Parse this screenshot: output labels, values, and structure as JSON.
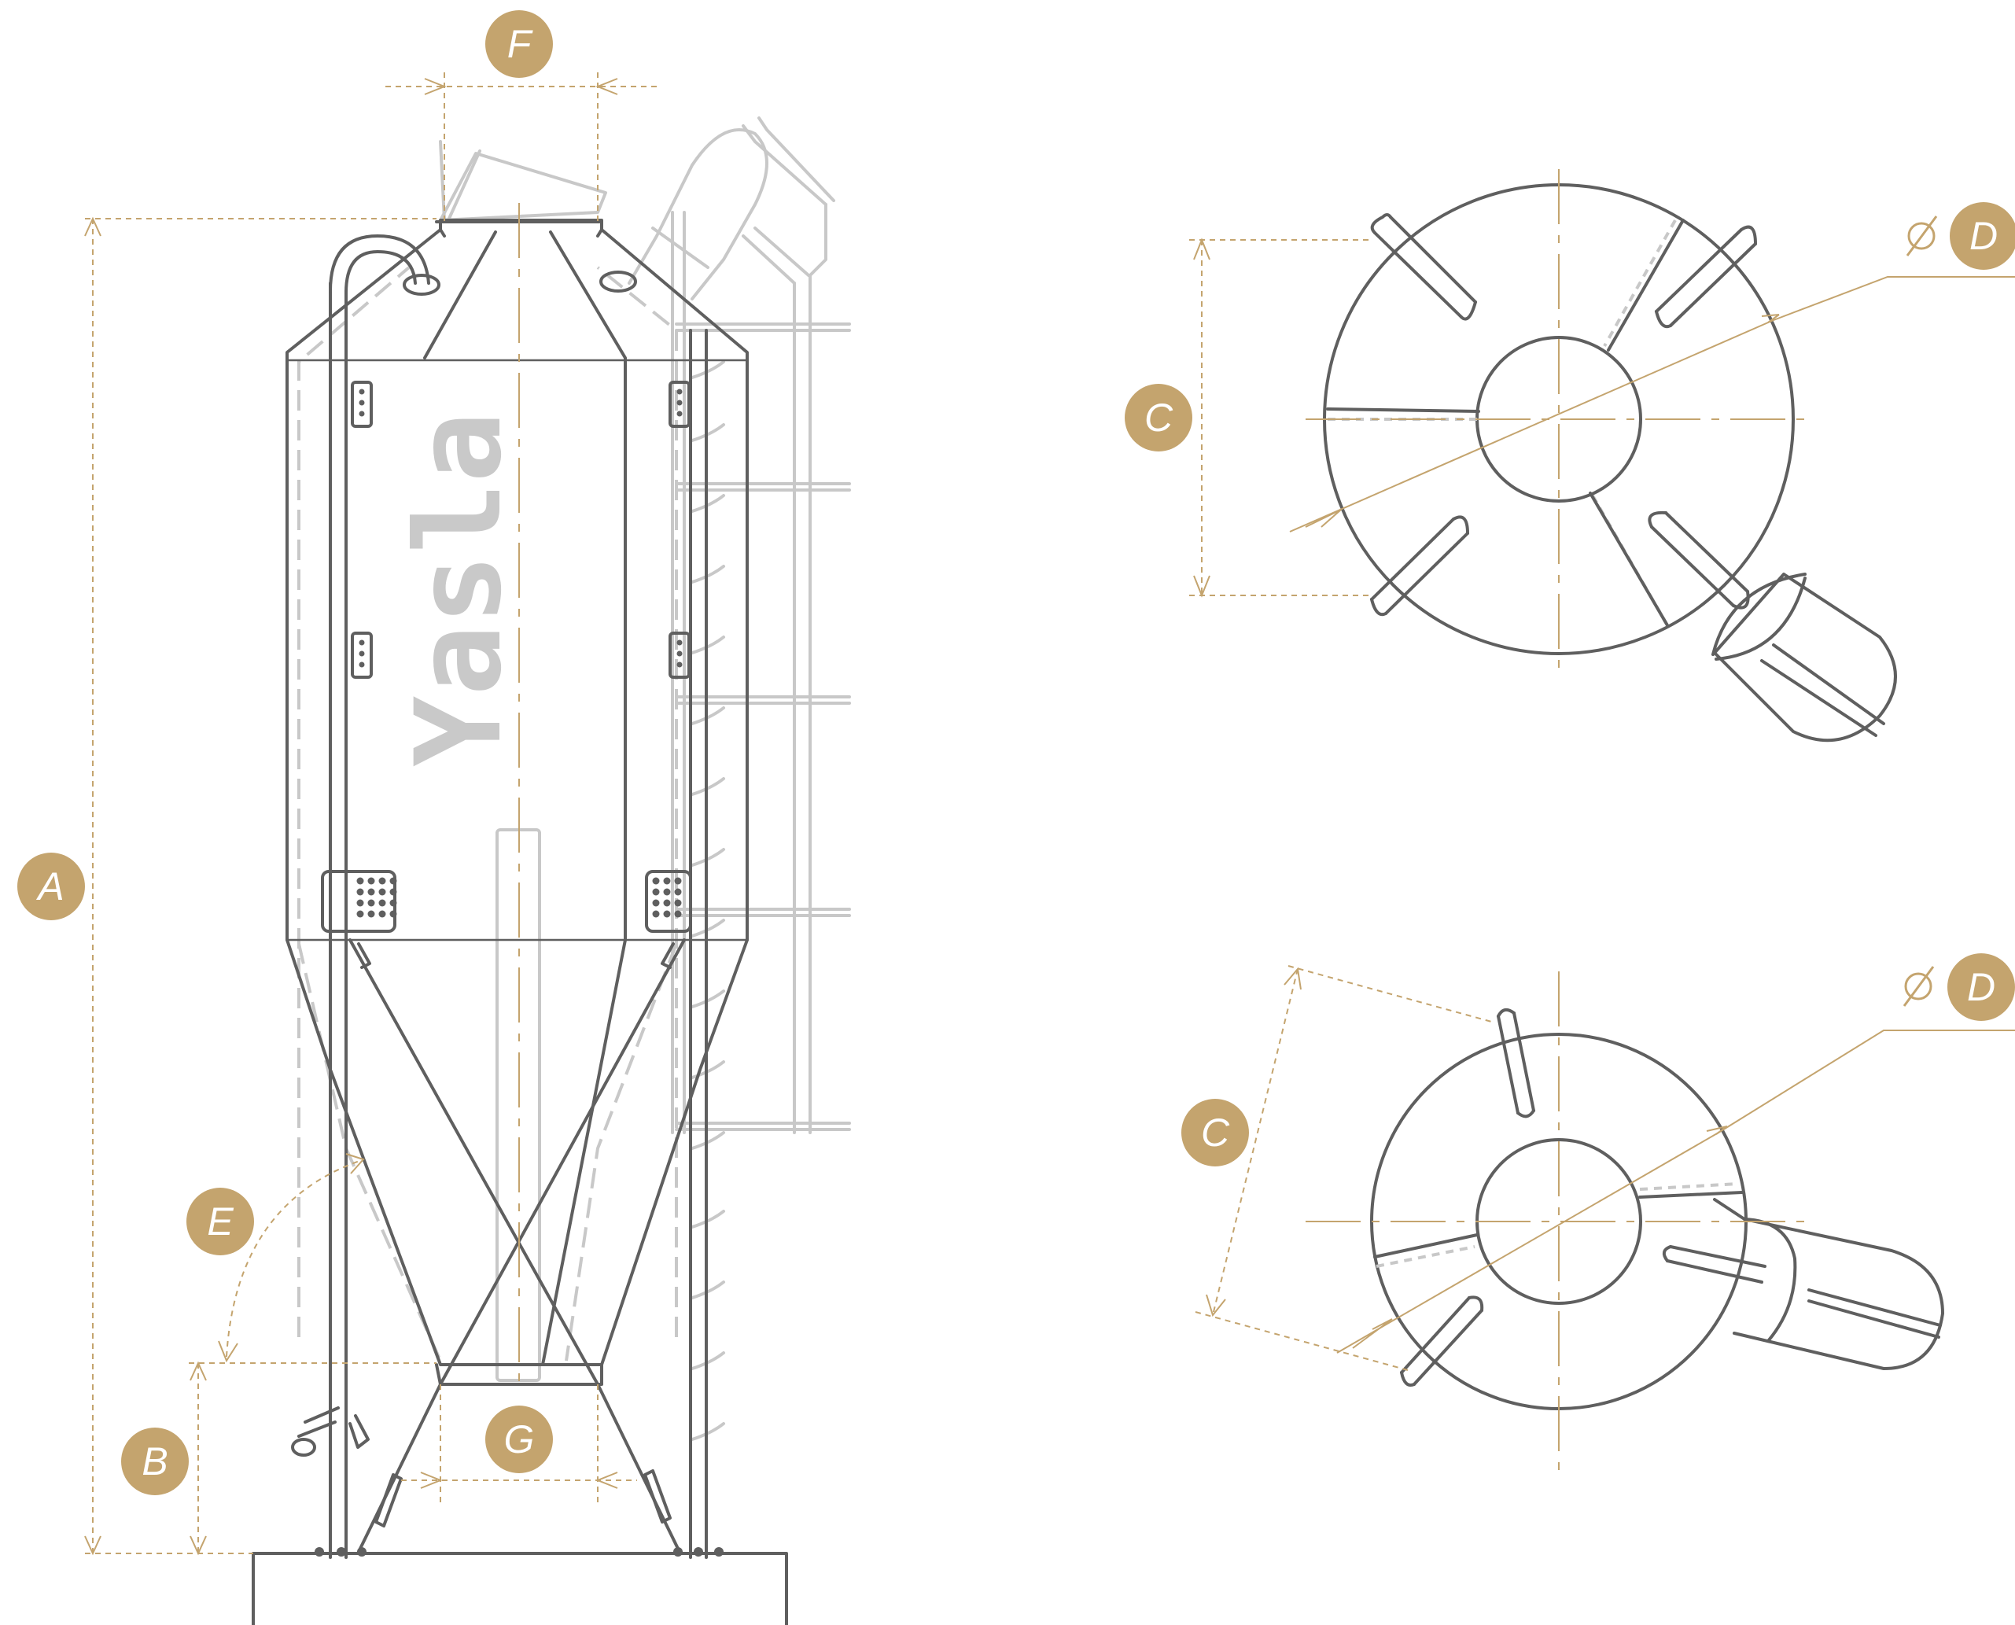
{
  "brand": {
    "text": "Yasla"
  },
  "labels": {
    "A": "A",
    "B": "B",
    "C_top": "C",
    "D_top": "D",
    "C_bottom": "C",
    "D_bottom": "D",
    "E": "E",
    "F": "F",
    "G": "G"
  },
  "colors": {
    "accent": "#c4a46e",
    "line": "#5f5f5f",
    "ghost": "#c8c8c8"
  }
}
